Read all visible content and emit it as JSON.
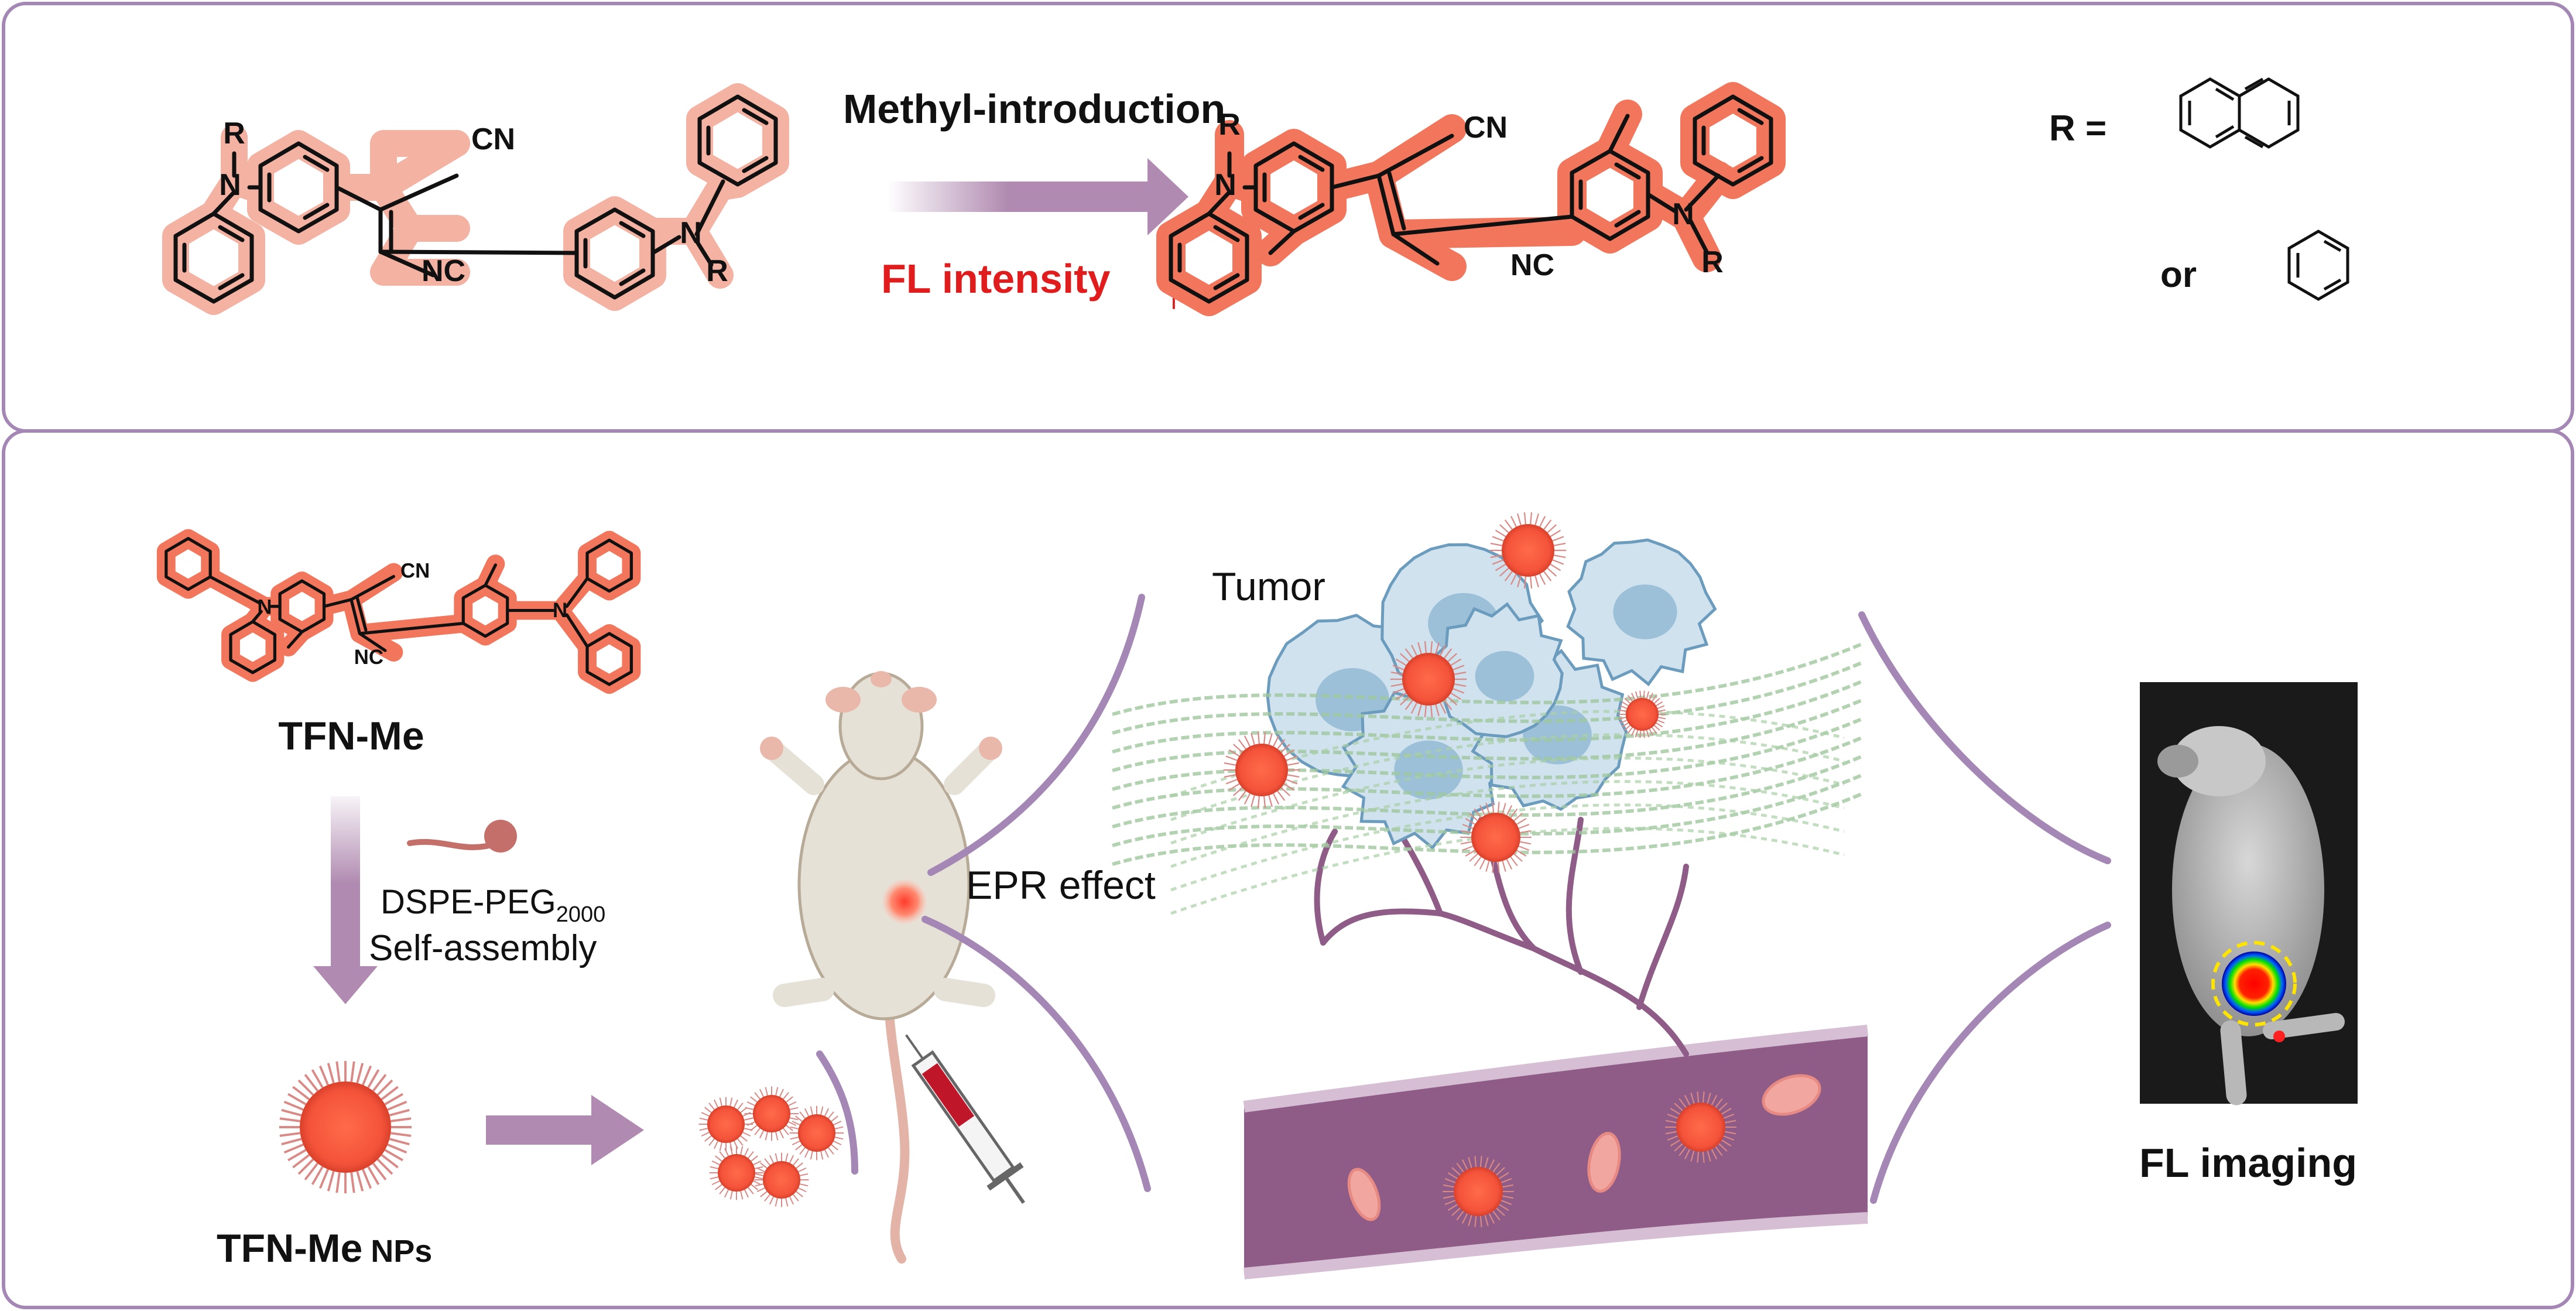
{
  "colors": {
    "frame": "#a587b6",
    "highlight_light": "#f4b2a3",
    "highlight_strong": "#f2765c",
    "arrow": "#b08ab0",
    "red_text": "#e01c1c",
    "nanoparticle": "#f4533a",
    "vessel": "#8e5c86",
    "cell": "#cfe2ee",
    "fiber": "#9fc79d"
  },
  "top_panel": {
    "arrow_label": "Methyl-introduction",
    "effect_label": "FL intensity",
    "effect_symbol": "↑",
    "r_eq": "R =",
    "or": "or",
    "atoms": {
      "n": "N",
      "r": "R",
      "cn": "CN",
      "nc": "NC"
    }
  },
  "bottom_panel": {
    "molecule_name": "TFN-Me",
    "surfactant_main": "DSPE-PEG",
    "surfactant_sub": "2000",
    "process": "Self-assembly",
    "np_name_main": "TFN-Me",
    "np_name_sub": "NPs",
    "epr": "EPR effect",
    "tumor": "Tumor",
    "imaging": "FL imaging"
  },
  "icons": [
    "mouse-icon",
    "syringe-icon",
    "nanoparticle-icon",
    "tumor-cell-icon",
    "blood-vessel-icon",
    "red-blood-cell-icon",
    "fl-image-icon"
  ]
}
